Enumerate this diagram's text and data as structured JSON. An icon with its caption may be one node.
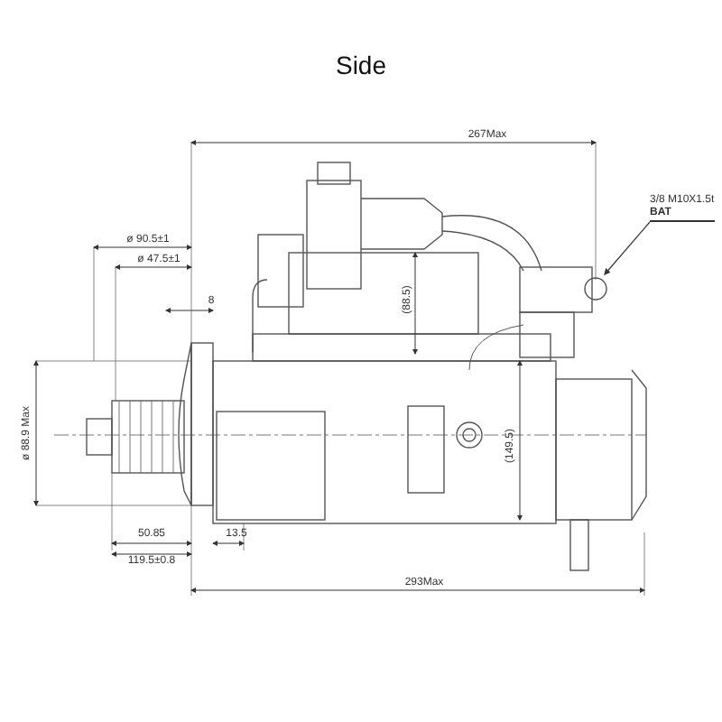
{
  "diagram": {
    "title": "Side",
    "nodes": [
      {
        "text": [
          "3/8 M10X1.5t",
          "BAT"
        ]
      },
      {
        "text": [],
        "shape": "picture"
      }
    ],
    "edges": [
      {
        "from": 0,
        "to": 1,
        "arrow": "to"
      }
    ],
    "labels": [
      "267Max",
      "ø 90.5±1",
      "ø 47.5±1",
      "8",
      "(88.5)",
      "ø 88.9 Max",
      "(149.5)",
      "50.85",
      "119.5±0.8",
      "13.5",
      "293Max"
    ]
  }
}
